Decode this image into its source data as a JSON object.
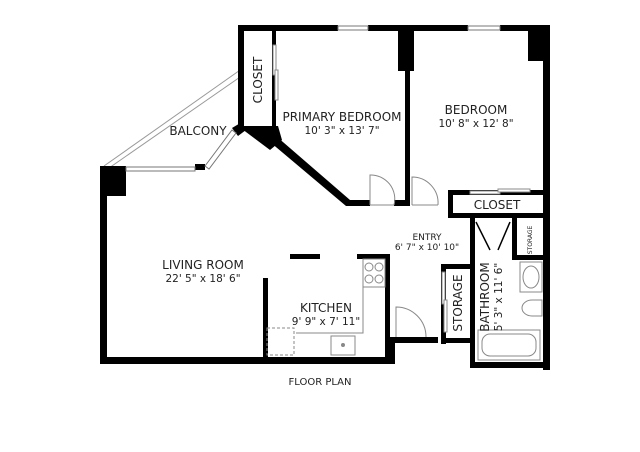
{
  "title": "FLOOR PLAN",
  "colors": {
    "wall": "#000000",
    "background": "#ffffff",
    "fixture": "#888888",
    "text": "#222222"
  },
  "rooms": {
    "primary_bedroom": {
      "name": "PRIMARY BEDROOM",
      "dimensions": "10' 3\" x 13' 7\""
    },
    "bedroom": {
      "name": "BEDROOM",
      "dimensions": "10' 8\" x 12' 8\""
    },
    "living_room": {
      "name": "LIVING ROOM",
      "dimensions": "22' 5\" x 18' 6\""
    },
    "kitchen": {
      "name": "KITCHEN",
      "dimensions": "9' 9\" x 7' 11\""
    },
    "entry": {
      "name": "ENTRY",
      "dimensions": "6' 7\" x 10' 10\""
    },
    "bathroom": {
      "name": "BATHROOM",
      "dimensions": "5' 3\" x 11' 6\""
    },
    "closet_primary": {
      "name": "CLOSET"
    },
    "closet_hall": {
      "name": "CLOSET"
    },
    "balcony": {
      "name": "BALCONY"
    },
    "storage_entry": {
      "name": "STORAGE"
    },
    "storage_bath": {
      "name": "STORAGE"
    }
  }
}
